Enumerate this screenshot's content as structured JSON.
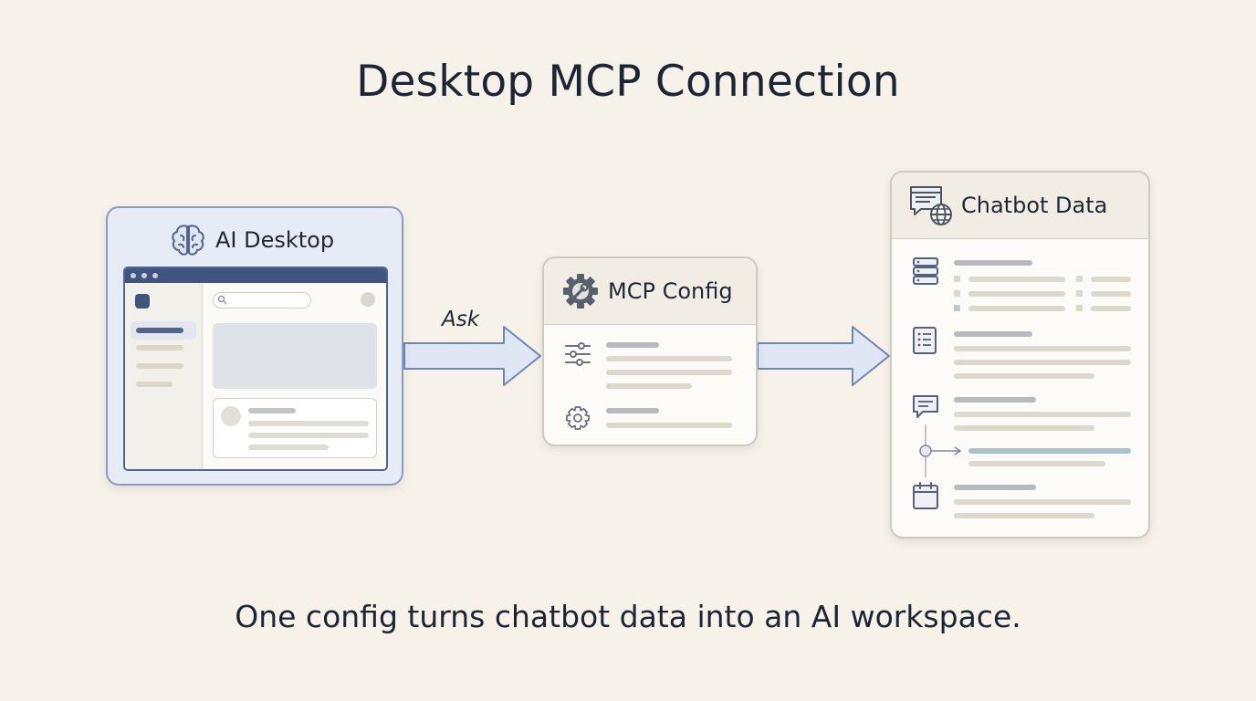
{
  "title": "Desktop MCP Connection",
  "caption": "One config turns chatbot data into an AI workspace.",
  "nodes": {
    "ai_desktop": {
      "label": "AI Desktop",
      "icon": "brain-icon"
    },
    "mcp_config": {
      "label": "MCP Config",
      "icon": "gear-wrench-icon"
    },
    "chatbot_data": {
      "label": "Chatbot Data",
      "icon": "chat-globe-icon"
    }
  },
  "edges": [
    {
      "from": "ai_desktop",
      "to": "mcp_config",
      "label": "Ask"
    },
    {
      "from": "mcp_config",
      "to": "chatbot_data",
      "label": ""
    }
  ],
  "colors": {
    "background": "#f6f2ea",
    "ai_card_fill": "#e6ebf5",
    "ai_card_border": "#8b9cc0",
    "app_bar": "#3f557f",
    "arrow_fill": "#dfe6f4",
    "arrow_stroke": "#6f86b8",
    "highlight_bar": "#a9c3cc"
  },
  "icons": {
    "mcp_rows": [
      "sliders-icon",
      "gear-icon"
    ],
    "chatbot_rows": [
      "database-icon",
      "list-icon",
      "chat-bubble-icon",
      "calendar-icon"
    ]
  }
}
